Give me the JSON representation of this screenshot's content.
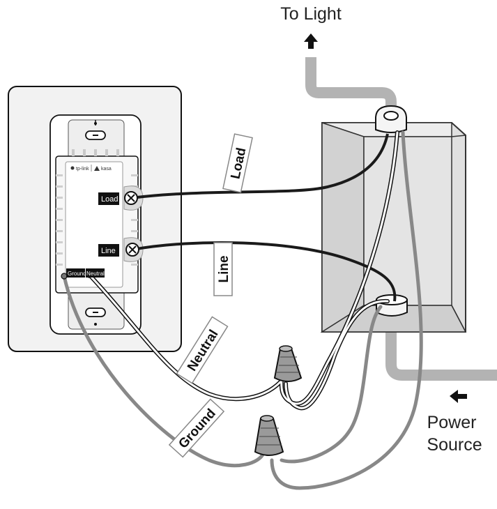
{
  "labels": {
    "to_light": "To Light",
    "power_source_line1": "Power",
    "power_source_line2": "Source"
  },
  "wire_tags": {
    "load": "Load",
    "line": "Line",
    "neutral": "Neutral",
    "ground": "Ground"
  },
  "terminals": {
    "load": "Load",
    "line": "Line",
    "ground": "Ground",
    "neutral": "Neutral"
  },
  "brand": {
    "tplink": "tp-link",
    "kasa": "kasa"
  },
  "colors": {
    "cable_gray": "#b3b3b3",
    "wire_black": "#1a1a1a",
    "wire_gray": "#888888",
    "box_gray": "#d6d6d6"
  },
  "icons": [
    "arrow-up-icon",
    "arrow-left-icon",
    "wire-nut-icon",
    "terminal-screw-icon"
  ]
}
